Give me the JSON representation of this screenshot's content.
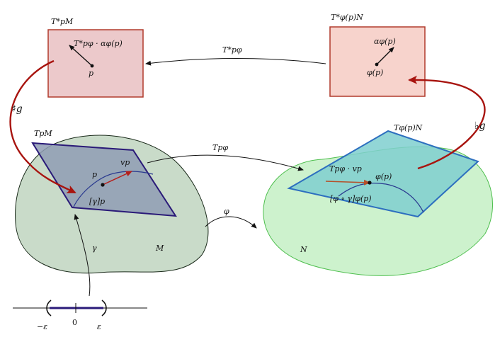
{
  "labels": {
    "box_left_title": "T*pM",
    "box_left_content": "T*pφ · αφ(p)",
    "box_left_point": "p",
    "box_right_title": "T*φ(p)N",
    "box_right_content": "αφ(p)",
    "box_right_point": "φ(p)",
    "pullback": "T*pφ",
    "sharp": "♯g",
    "flat": "♭g",
    "tangent_left": "TpM",
    "tangent_right": "Tφ(p)N",
    "pushforward": "Tpφ",
    "point_p": "p",
    "vector_v": "vp",
    "curve_class_left": "[γ]p",
    "manifold_M": "M",
    "gamma": "γ",
    "map_phi": "φ",
    "point_phi_p": "φ(p)",
    "pushed_vector": "Tpφ · vp",
    "curve_class_right": "[φ ∘ γ]φ(p)",
    "manifold_N": "N",
    "interval_left": "−ε",
    "interval_zero": "0",
    "interval_right": "ε"
  },
  "colors": {
    "manifold_M_fill": "#c9dbc9",
    "manifold_N_fill": "#cdf2cd",
    "manifold_N_stroke": "#4fbf4f",
    "cotangent_left_fill": "#ecc9cb",
    "cotangent_right_fill": "#f7d3cc",
    "box_stroke": "#b13a2c",
    "tangent_left_fill": "#8f9cb4",
    "tangent_left_stroke": "#2a1a78",
    "tangent_right_fill": "#7fcfcf",
    "tangent_right_stroke": "#2d6fbf",
    "red_arrow": "#a8140f",
    "vector_red": "#b5201c",
    "vector_brown": "#b5502a",
    "curve_blue": "#2a3a8f"
  }
}
